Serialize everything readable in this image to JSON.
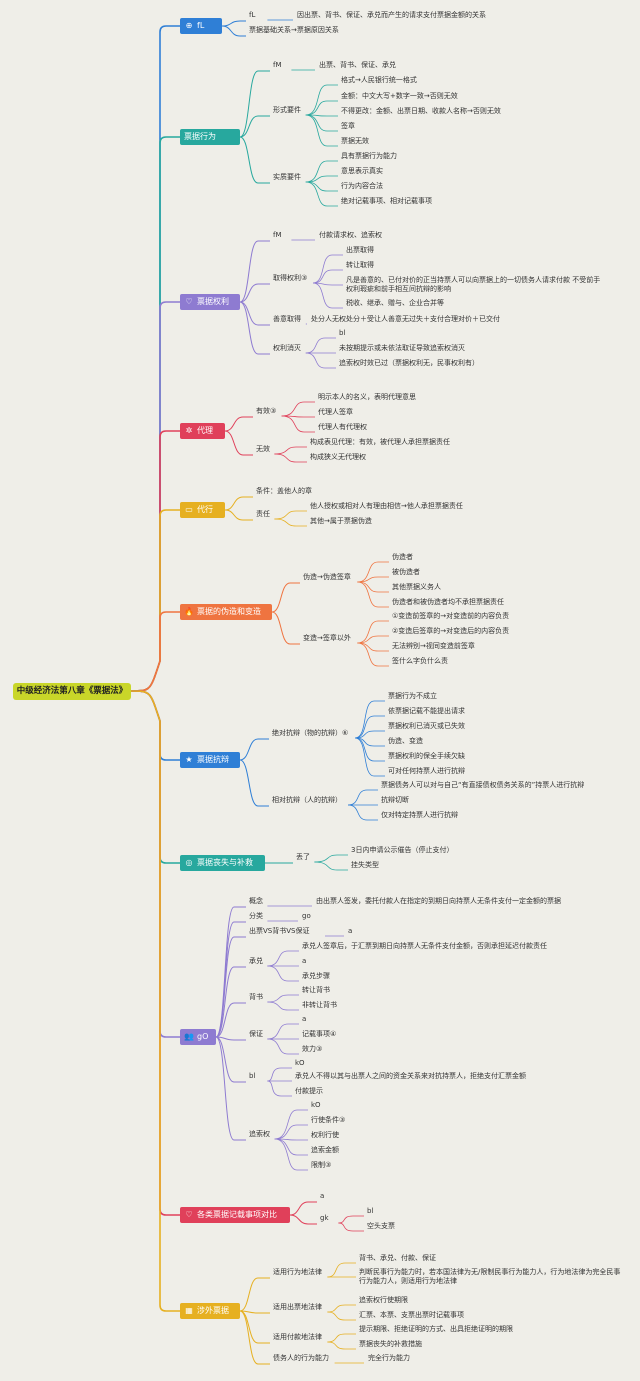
{
  "root": {
    "label": "中级经济法第八章《票据法》",
    "color": "#c9d629"
  },
  "branches": [
    {
      "id": "b1",
      "label": "fL",
      "icon": "globe-icon",
      "glyph": "⊕",
      "color": "#2f7fd6"
    },
    {
      "id": "b2",
      "label": "票据行为",
      "icon": "",
      "glyph": "",
      "color": "#27a89e"
    },
    {
      "id": "b3",
      "label": "票据权利",
      "icon": "heart-icon",
      "glyph": "♡",
      "color": "#8e7bd1"
    },
    {
      "id": "b4",
      "label": "代理",
      "icon": "gear-icon",
      "glyph": "✲",
      "color": "#e0405a"
    },
    {
      "id": "b5",
      "label": "代行",
      "icon": "note-icon",
      "glyph": "▭",
      "color": "#e6b021"
    },
    {
      "id": "b6",
      "label": "票据的伪造和变造",
      "icon": "flame-icon",
      "glyph": "🔥",
      "color": "#ef7440"
    },
    {
      "id": "b7",
      "label": "票据抗辩",
      "icon": "star-icon",
      "glyph": "★",
      "color": "#2f7fd6"
    },
    {
      "id": "b8",
      "label": "票据丧失与补救",
      "icon": "target-icon",
      "glyph": "◎",
      "color": "#27a89e"
    },
    {
      "id": "b9",
      "label": "gO",
      "icon": "people-icon",
      "glyph": "👥",
      "color": "#8e7bd1"
    },
    {
      "id": "b10",
      "label": "各类票据记载事项对比",
      "icon": "heart-icon",
      "glyph": "♡",
      "color": "#e0405a"
    },
    {
      "id": "b11",
      "label": "涉外票据",
      "icon": "box-icon",
      "glyph": "▦",
      "color": "#e6b021"
    }
  ],
  "labels": [
    {
      "id": "t1",
      "text": "fL"
    },
    {
      "id": "t2",
      "text": "因出票、背书、保证、承兑而产生的请求支付票据金额的关系"
    },
    {
      "id": "t3",
      "text": "票据基础关系→票据原因关系"
    },
    {
      "id": "t4",
      "text": "fM"
    },
    {
      "id": "t5",
      "text": "出票、背书、保证、承兑"
    },
    {
      "id": "t6",
      "text": "形式要件"
    },
    {
      "id": "t7",
      "text": "格式→人民银行统一格式"
    },
    {
      "id": "t8",
      "text": "金额：中文大写+数字一致→否则无效"
    },
    {
      "id": "t9",
      "text": "不得更改：金额、出票日期、收款人名称→否则无效"
    },
    {
      "id": "t10",
      "text": "签章"
    },
    {
      "id": "t11",
      "text": "票据无效"
    },
    {
      "id": "t12",
      "text": "实质要件"
    },
    {
      "id": "t13",
      "text": "具有票据行为能力"
    },
    {
      "id": "t14",
      "text": "意思表示真实"
    },
    {
      "id": "t15",
      "text": "行为内容合法"
    },
    {
      "id": "t16",
      "text": "绝对记载事项、相对记载事项"
    },
    {
      "id": "t17",
      "text": "fM"
    },
    {
      "id": "t18",
      "text": "付款请求权、追索权"
    },
    {
      "id": "t19",
      "text": "取得权利③"
    },
    {
      "id": "t20",
      "text": "出票取得"
    },
    {
      "id": "t21",
      "text": "转让取得"
    },
    {
      "id": "t22",
      "text": "凡是善意的、已付对价的正当持票人可以向票据上的一切债务人请求付款 不受前手权利瑕疵和前手相互间抗辩的影响"
    },
    {
      "id": "t23",
      "text": "税收、继承、赠与、企业合并等"
    },
    {
      "id": "t24",
      "text": "善意取得"
    },
    {
      "id": "t25",
      "text": "处分人无权处分＋受让人善意无过失＋支付合理对价＋已交付"
    },
    {
      "id": "t26",
      "text": "权利消灭"
    },
    {
      "id": "t27",
      "text": "bl"
    },
    {
      "id": "t28",
      "text": "未按期提示或未依法取证导致追索权消灭"
    },
    {
      "id": "t29",
      "text": "追索权时效已过（票据权利无，民事权利有）"
    },
    {
      "id": "t30",
      "text": "有效③"
    },
    {
      "id": "t31",
      "text": "明示本人的名义，表明代理意思"
    },
    {
      "id": "t32",
      "text": "代理人签章"
    },
    {
      "id": "t33",
      "text": "代理人有代理权"
    },
    {
      "id": "t34",
      "text": "无效"
    },
    {
      "id": "t35",
      "text": "构成表见代理：有效，被代理人承担票据责任"
    },
    {
      "id": "t36",
      "text": "构成狭义无代理权"
    },
    {
      "id": "t37",
      "text": "条件：盖他人的章"
    },
    {
      "id": "t38",
      "text": "责任"
    },
    {
      "id": "t39",
      "text": "他人授权或相对人有理由相信→他人承担票据责任"
    },
    {
      "id": "t40",
      "text": "其他→属于票据伪造"
    },
    {
      "id": "t41",
      "text": "伪造→伪造签章"
    },
    {
      "id": "t42",
      "text": "伪造者"
    },
    {
      "id": "t43",
      "text": "被伪造者"
    },
    {
      "id": "t44",
      "text": "其他票据义务人"
    },
    {
      "id": "t45",
      "text": "伪造者和被伪造者均不承担票据责任"
    },
    {
      "id": "t46",
      "text": "变造→签章以外"
    },
    {
      "id": "t47",
      "text": "①变造前签章的→对变造前的内容负责"
    },
    {
      "id": "t48",
      "text": "②变造后签章的→对变造后的内容负责"
    },
    {
      "id": "t49",
      "text": "无法辨别→视同变造前签章"
    },
    {
      "id": "t50",
      "text": "签什么字负什么责"
    },
    {
      "id": "t51",
      "text": "绝对抗辩（物的抗辩）⑥"
    },
    {
      "id": "t52",
      "text": "票据行为不成立"
    },
    {
      "id": "t53",
      "text": "依票据记载不能提出请求"
    },
    {
      "id": "t54",
      "text": "票据权利已消灭或已失效"
    },
    {
      "id": "t55",
      "text": "伪造、变造"
    },
    {
      "id": "t56",
      "text": "票据权利的保全手续欠缺"
    },
    {
      "id": "t57",
      "text": "可对任何持票人进行抗辩"
    },
    {
      "id": "t58",
      "text": "相对抗辩（人的抗辩）"
    },
    {
      "id": "t59",
      "text": "票据债务人可以对与自己“有直接债权债务关系的”持票人进行抗辩"
    },
    {
      "id": "t60",
      "text": "抗辩切断"
    },
    {
      "id": "t61",
      "text": "仅对特定持票人进行抗辩"
    },
    {
      "id": "t62",
      "text": "丢了"
    },
    {
      "id": "t63",
      "text": "3日内申请公示催告（停止支付）"
    },
    {
      "id": "t64",
      "text": "挂失类型"
    },
    {
      "id": "t65",
      "text": "概念"
    },
    {
      "id": "t66",
      "text": "由出票人签发，委托付款人在指定的到期日向持票人无条件支付一定金额的票据"
    },
    {
      "id": "t67",
      "text": "分类"
    },
    {
      "id": "t68",
      "text": "go"
    },
    {
      "id": "t69",
      "text": "出票VS背书VS保证"
    },
    {
      "id": "t70",
      "text": "a"
    },
    {
      "id": "t71",
      "text": "承兑"
    },
    {
      "id": "t72",
      "text": "承兑人签章后，于汇票到期日向持票人无条件支付金额，否则承担延迟付款责任"
    },
    {
      "id": "t73",
      "text": "a"
    },
    {
      "id": "t74",
      "text": "承兑步骤"
    },
    {
      "id": "t75",
      "text": "背书"
    },
    {
      "id": "t76",
      "text": "转让背书"
    },
    {
      "id": "t77",
      "text": "非转让背书"
    },
    {
      "id": "t78",
      "text": "保证"
    },
    {
      "id": "t79",
      "text": "a"
    },
    {
      "id": "t80",
      "text": "记载事项④"
    },
    {
      "id": "t81",
      "text": "效力③"
    },
    {
      "id": "t82",
      "text": "bl"
    },
    {
      "id": "t83",
      "text": "kO"
    },
    {
      "id": "t84",
      "text": "承兑人不得以其与出票人之间的资金关系来对抗持票人，拒绝支付汇票金额"
    },
    {
      "id": "t85",
      "text": "付款提示"
    },
    {
      "id": "t86",
      "text": "追索权"
    },
    {
      "id": "t87",
      "text": "kO"
    },
    {
      "id": "t88",
      "text": "行使条件③"
    },
    {
      "id": "t89",
      "text": "权利行使"
    },
    {
      "id": "t90",
      "text": "追索金额"
    },
    {
      "id": "t91",
      "text": "限制③"
    },
    {
      "id": "t92",
      "text": "a"
    },
    {
      "id": "t93",
      "text": "gk"
    },
    {
      "id": "t94",
      "text": "bl"
    },
    {
      "id": "t95",
      "text": "空头支票"
    },
    {
      "id": "t96",
      "text": "适用行为地法律"
    },
    {
      "id": "t97",
      "text": "背书、承兑、付款、保证"
    },
    {
      "id": "t98",
      "text": "判断民事行为能力时，若本国法律为无/限制民事行为能力人，行为地法律为完全民事行为能力人，则适用行为地法律"
    },
    {
      "id": "t99",
      "text": "适用出票地法律"
    },
    {
      "id": "t100",
      "text": "追索权行使期限"
    },
    {
      "id": "t101",
      "text": "汇票、本票、支票出票时记载事项"
    },
    {
      "id": "t102",
      "text": "适用付款地法律"
    },
    {
      "id": "t103",
      "text": "提示期限、拒绝证明的方式、出具拒绝证明的期限"
    },
    {
      "id": "t104",
      "text": "票据丧失的补救措施"
    },
    {
      "id": "t105",
      "text": "债务人的行为能力"
    },
    {
      "id": "t106",
      "text": "完全行为能力"
    }
  ]
}
